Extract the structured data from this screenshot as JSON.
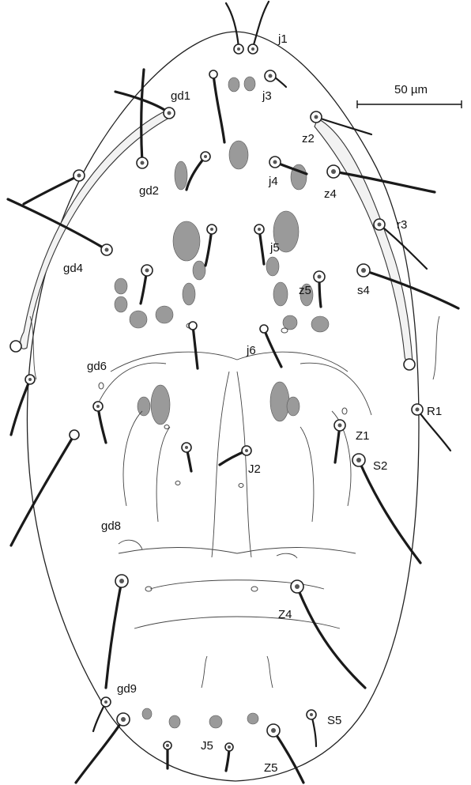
{
  "figure": {
    "scale_bar_label": "50 µm",
    "labels": {
      "j1": "j1",
      "gd1": "gd1",
      "j3": "j3",
      "z2": "z2",
      "gd2": "gd2",
      "j4": "j4",
      "z4": "z4",
      "r3": "r3",
      "gd4": "gd4",
      "j5": "j5",
      "z5": "z5",
      "s4": "s4",
      "j6": "j6",
      "gd6": "gd6",
      "R1": "R1",
      "Z1": "Z1",
      "J2": "J2",
      "S2": "S2",
      "gd8": "gd8",
      "Z4": "Z4",
      "gd9": "gd9",
      "S5": "S5",
      "J5": "J5",
      "Z5": "Z5"
    }
  }
}
